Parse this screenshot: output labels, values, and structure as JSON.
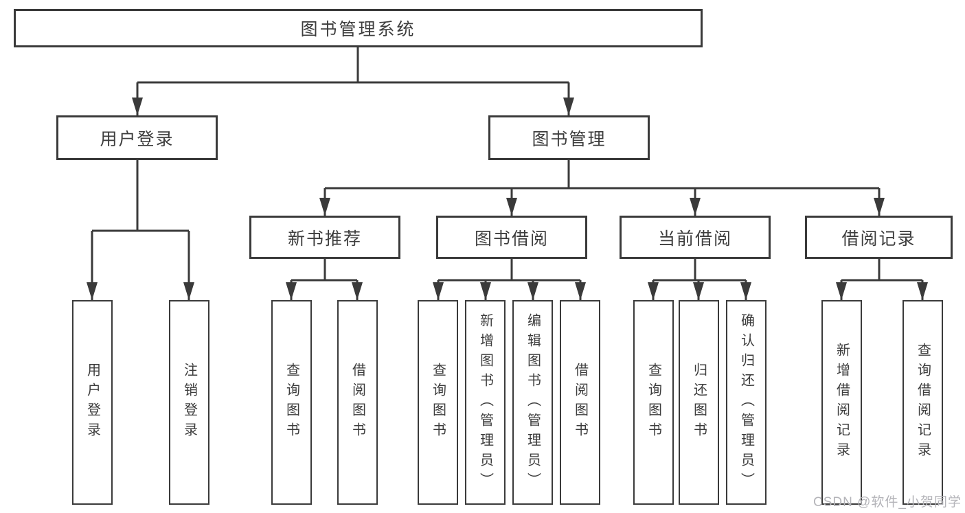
{
  "diagram": {
    "root": {
      "label": "图书管理系统"
    },
    "branches": {
      "user_login": {
        "label": "用户登录"
      },
      "book_management": {
        "label": "图书管理"
      }
    },
    "modules": {
      "new_book_recommend": {
        "label": "新书推荐"
      },
      "book_borrowing": {
        "label": "图书借阅"
      },
      "current_borrowing": {
        "label": "当前借阅"
      },
      "borrowing_records": {
        "label": "借阅记录"
      }
    },
    "functions": {
      "login_user_login": {
        "label": "用户登录"
      },
      "login_logout": {
        "label": "注销登录"
      },
      "recommend_query_books": {
        "label": "查询图书"
      },
      "recommend_borrow_books": {
        "label": "借阅图书"
      },
      "borrowing_query_books": {
        "label": "查询图书"
      },
      "borrowing_add_books": {
        "label": "新增图书（管理员）"
      },
      "borrowing_edit_books": {
        "label": "编辑图书（管理员）"
      },
      "borrowing_borrow_books": {
        "label": "借阅图书"
      },
      "current_query_books": {
        "label": "查询图书"
      },
      "current_return_books": {
        "label": "归还图书"
      },
      "current_confirm_return": {
        "label": "确认归还（管理员）"
      },
      "records_add_record": {
        "label": "新增借阅记录"
      },
      "records_query_record": {
        "label": "查询借阅记录"
      }
    },
    "watermark": "CSDN @软件_小贺同学",
    "colors": {
      "line": "#3a3a3a",
      "text": "#3d3d3d",
      "watermark": "#b4b4b9",
      "background": "#ffffff"
    }
  }
}
